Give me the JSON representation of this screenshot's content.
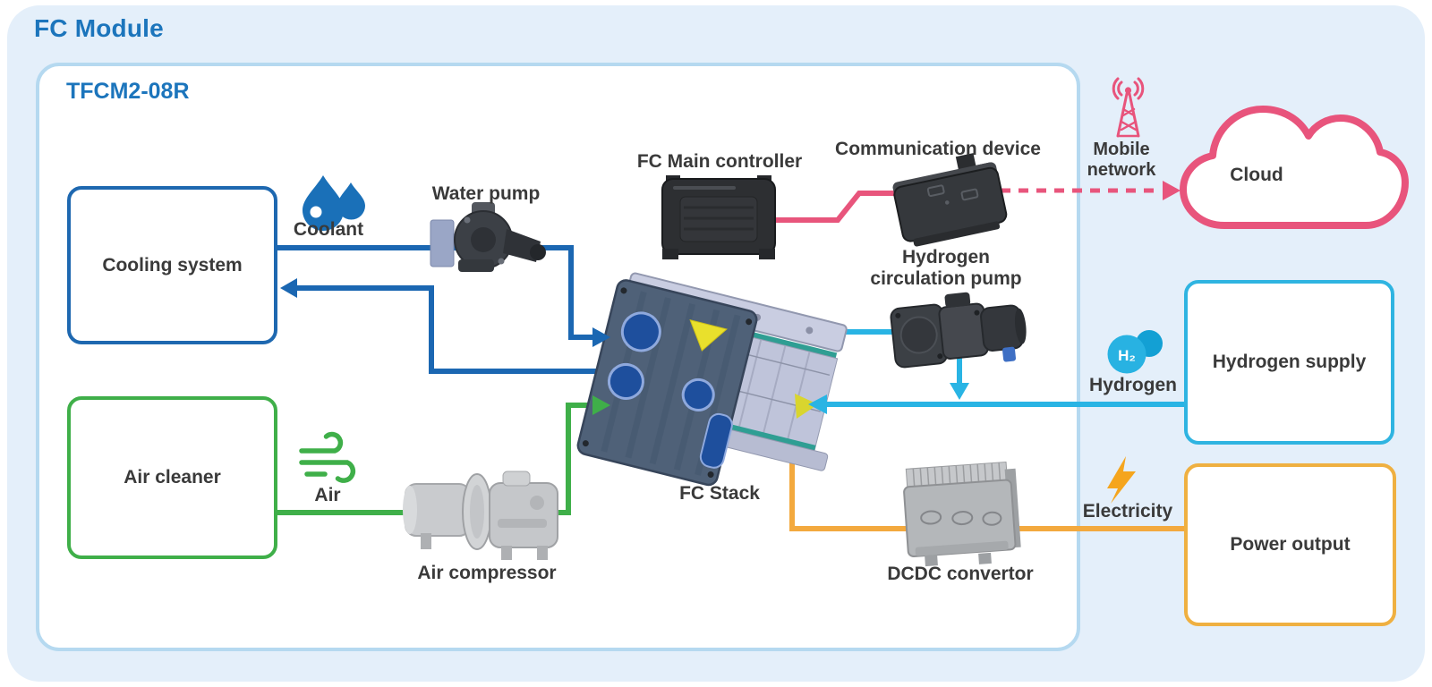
{
  "title": "FC Module",
  "module_label": "TFCM2-08R",
  "boxes": {
    "cooling_system": "Cooling system",
    "air_cleaner": "Air cleaner",
    "hydrogen_supply": "Hydrogen supply",
    "power_output": "Power output"
  },
  "components": {
    "water_pump": "Water pump",
    "fc_main_controller": "FC Main controller",
    "communication_device": "Communication device",
    "hydrogen_circulation_pump": "Hydrogen circulation pump",
    "fc_stack": "FC Stack",
    "air_compressor": "Air compressor",
    "dcdc_convertor": "DCDC convertor"
  },
  "flow_labels": {
    "coolant": "Coolant",
    "air": "Air",
    "hydrogen": "Hydrogen",
    "electricity": "Electricity",
    "h2_badge": "H₂"
  },
  "external": {
    "mobile_network": "Mobile network",
    "cloud": "Cloud"
  },
  "icons": {
    "coolant": "water-drops-icon",
    "air": "wind-icon",
    "hydrogen": "h2-molecule-icon",
    "electricity": "lightning-bolt-icon",
    "mobile_network": "radio-tower-icon",
    "cloud": "cloud-icon"
  },
  "colors": {
    "panel_bg": "#e4effa",
    "inner_border": "#b5d9f0",
    "title_blue": "#1c75bc",
    "coolant_blue": "#1b67b2",
    "air_green": "#3faf49",
    "hydrogen_cyan": "#29b4e4",
    "electricity_orange": "#f3a93e",
    "comm_pink": "#e8557c",
    "text": "#3a3a3a"
  }
}
